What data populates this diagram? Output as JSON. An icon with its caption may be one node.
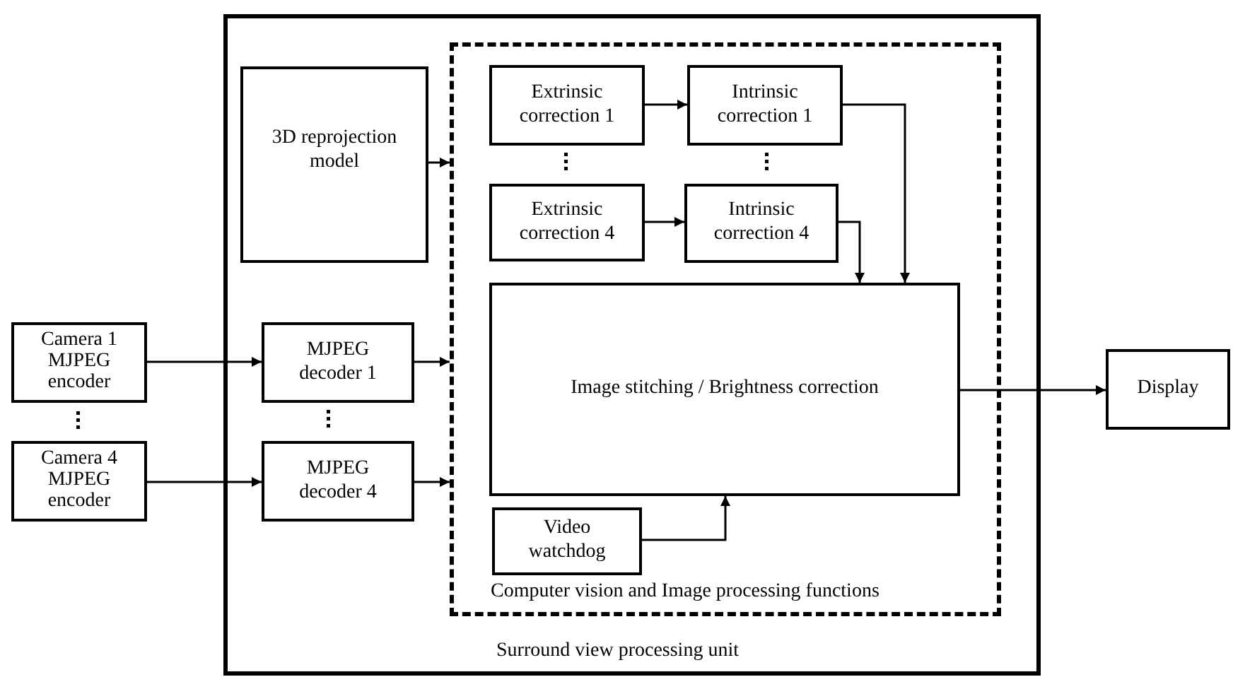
{
  "diagram": {
    "nodes": [
      {
        "text": [
          "Surround view processing unit"
        ]
      },
      {
        "text": [
          "Computer vision and Image processing functions"
        ],
        "in": 0
      },
      {
        "text": [
          "3D reprojection model"
        ],
        "in": 0
      },
      {
        "text": [
          "Extrinsic correction 1"
        ],
        "in": 1
      },
      {
        "text": [
          "Intrinsic correction 1"
        ],
        "in": 1
      },
      {
        "text": [
          "Extrinsic correction 4"
        ],
        "in": 1
      },
      {
        "text": [
          "Intrinsic correction 4"
        ],
        "in": 1
      },
      {
        "text": [
          "Camera 1 MJPEG encoder"
        ]
      },
      {
        "text": [
          "MJPEG decoder 1"
        ],
        "in": 0
      },
      {
        "text": [
          "Image stitching / Brightness correction"
        ],
        "in": 1
      },
      {
        "text": [
          "Camera 4 MJPEG encoder"
        ]
      },
      {
        "text": [
          "MJPEG decoder 4"
        ],
        "in": 0
      },
      {
        "text": [
          "Video watchdog"
        ],
        "in": 1
      },
      {
        "text": [
          "Display"
        ]
      }
    ],
    "edges": [
      {
        "from": 7,
        "to": 8,
        "arrow": "to"
      },
      {
        "from": 10,
        "to": 11,
        "arrow": "to"
      },
      {
        "from": 2,
        "to": 1,
        "arrow": "to"
      },
      {
        "from": 8,
        "to": 1,
        "arrow": "to"
      },
      {
        "from": 11,
        "to": 1,
        "arrow": "to"
      },
      {
        "from": 3,
        "to": 4,
        "arrow": "to"
      },
      {
        "from": 5,
        "to": 6,
        "arrow": "to"
      },
      {
        "from": 4,
        "to": 9,
        "arrow": "to"
      },
      {
        "from": 6,
        "to": 9,
        "arrow": "to"
      },
      {
        "from": 12,
        "to": 9,
        "arrow": "to"
      },
      {
        "from": 9,
        "to": 13,
        "arrow": "to"
      }
    ]
  }
}
